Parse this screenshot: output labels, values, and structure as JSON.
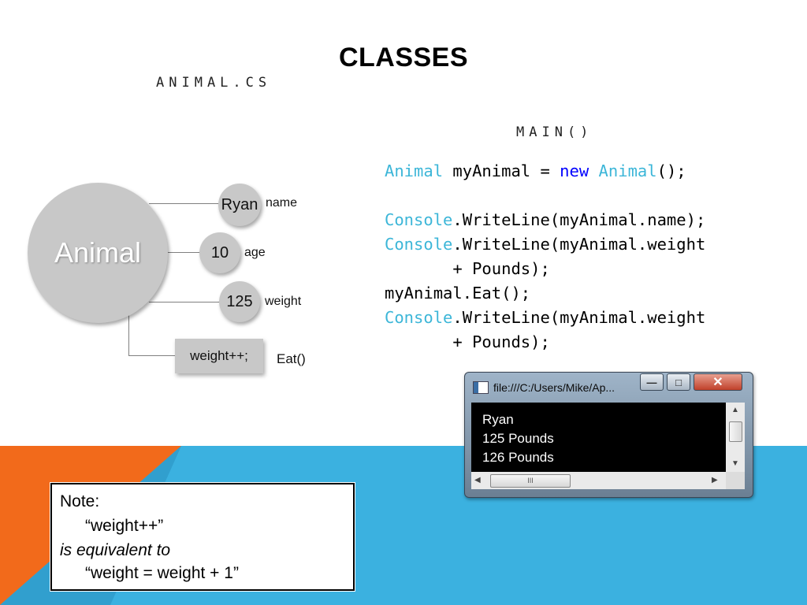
{
  "slide": {
    "title": "CLASSES"
  },
  "subheadings": {
    "animal_file": "ANIMAL.CS",
    "main": "MAIN()"
  },
  "diagram": {
    "class_name": "Animal",
    "fields": [
      {
        "value": "Ryan",
        "label": "name"
      },
      {
        "value": "10",
        "label": "age"
      },
      {
        "value": "125",
        "label": "weight"
      }
    ],
    "method": {
      "body": "weight++;",
      "name": "Eat()"
    }
  },
  "code": {
    "l1_type": "Animal",
    "l1_mid": " myAnimal = ",
    "l1_new": "new",
    "l1_sp": " ",
    "l1_type2": "Animal",
    "l1_end": "();",
    "console_type": "Console",
    "l3_rest": ".WriteLine(myAnimal.name);",
    "l4_rest": ".WriteLine(myAnimal.weight",
    "l5": "       + Pounds);",
    "l6": "myAnimal.Eat();",
    "l7_rest": ".WriteLine(myAnimal.weight",
    "l8": "       + Pounds);"
  },
  "console_window": {
    "title": "file:///C:/Users/Mike/Ap...",
    "output": [
      "Ryan",
      "125 Pounds",
      "126 Pounds"
    ],
    "scroll_thumb_grip": "III"
  },
  "note": {
    "title": "Note:",
    "line1": "“weight++”",
    "line2": "is equivalent to",
    "line3": "“weight = weight + 1”"
  },
  "colors": {
    "accent_blue": "#3bb1e0",
    "accent_orange": "#f26a1b",
    "code_type": "#3cb6d8",
    "code_keyword": "#0000ff"
  }
}
